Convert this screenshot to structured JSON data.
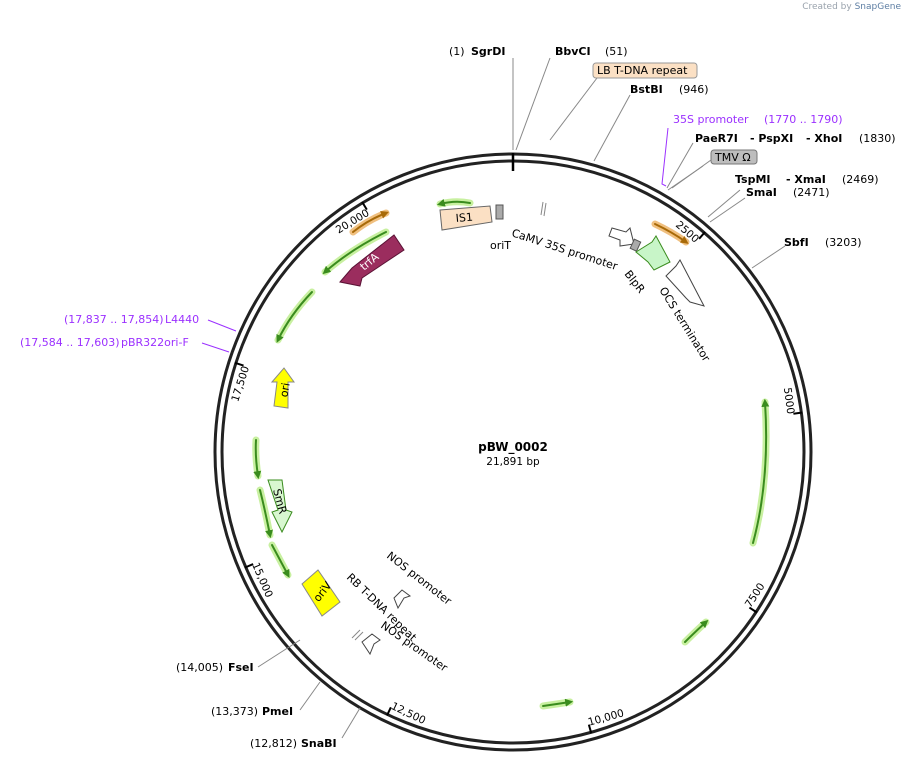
{
  "watermark": {
    "prefix": "Created by",
    "brand": "SnapGene"
  },
  "plasmid": {
    "name": "pBW_0002",
    "length_label": "21,891 bp",
    "length": 21891
  },
  "ticks": [
    "2500",
    "5000",
    "7500",
    "10,000",
    "12,500",
    "15,000",
    "17,500",
    "20,000"
  ],
  "sites": {
    "sgrdi_pos": "(1)",
    "sgrdi": "SgrDI",
    "bbvci": "BbvCI",
    "bbvci_pos": "(51)",
    "bstbi": "BstBI",
    "bstbi_pos": "(946)",
    "paer7i": "PaeR7I",
    "pspxi": "- PspXI",
    "xhoi": "- XhoI",
    "xhoi_pos": "(1830)",
    "tspmi": "TspMI",
    "xmai": "- XmaI",
    "xmai_pos": "(2469)",
    "smai": "SmaI",
    "smai_pos": "(2471)",
    "sbfi": "SbfI",
    "sbfi_pos": "(3203)",
    "fsei_pos": "(14,005)",
    "fsei": "FseI",
    "pmei_pos": "(13,373)",
    "pmei": "PmeI",
    "snabi_pos": "(12,812)",
    "snabi": "SnaBI"
  },
  "primers": {
    "p35s": "35S promoter",
    "p35s_range": "(1770 .. 1790)",
    "l4440_range": "(17,837 .. 17,854)",
    "l4440": "L4440",
    "pbr_range": "(17,584 .. 17,603)",
    "pbr": "pBR322ori-F"
  },
  "features": {
    "lb": "LB T-DNA repeat",
    "tmv": "TMV Ω",
    "is1": "IS1",
    "orit": "oriT",
    "camv": "CaMV 35S promoter",
    "blpr": "BlpR",
    "ocs": "OCS terminator",
    "trfa": "trfA",
    "ori": "ori",
    "smr": "SmR",
    "oriv": "oriV",
    "nos1": "NOS promoter",
    "rb": "RB T-DNA repeat",
    "nos2": "NOS promoter"
  },
  "colors": {
    "backbone": "#222222",
    "cds_green": "#3a8c1e",
    "glow": "#c8f0a0",
    "primer": "#9b30ff",
    "trfa": "#9b2d5e",
    "ori": "#ffff00",
    "lb_fill": "#fbe0c4",
    "tmv_fill": "#bdbdbd",
    "orange_arrow": "#c98a1a"
  }
}
